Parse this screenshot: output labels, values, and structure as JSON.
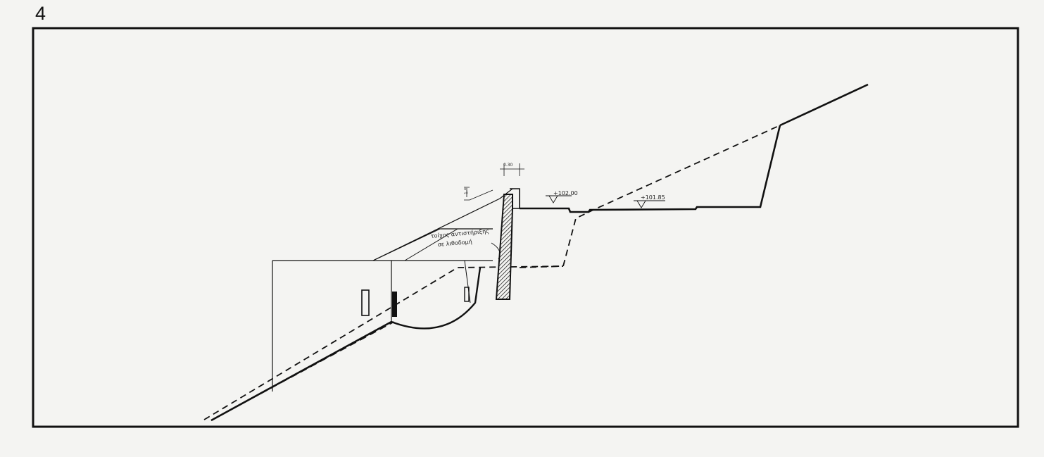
{
  "sheet": {
    "number": "4"
  },
  "annotations": {
    "level_left": "+102.00",
    "level_right": "+101.85",
    "wall_note_line1": "τοίχος αντιστήριξης",
    "wall_note_line2": "σε λιθοδομή",
    "dim_vertical": "1.0",
    "dim_top": "0.30"
  },
  "colors": {
    "ink": "#111111",
    "paper": "#f4f4f2",
    "hatch": "#222222"
  }
}
